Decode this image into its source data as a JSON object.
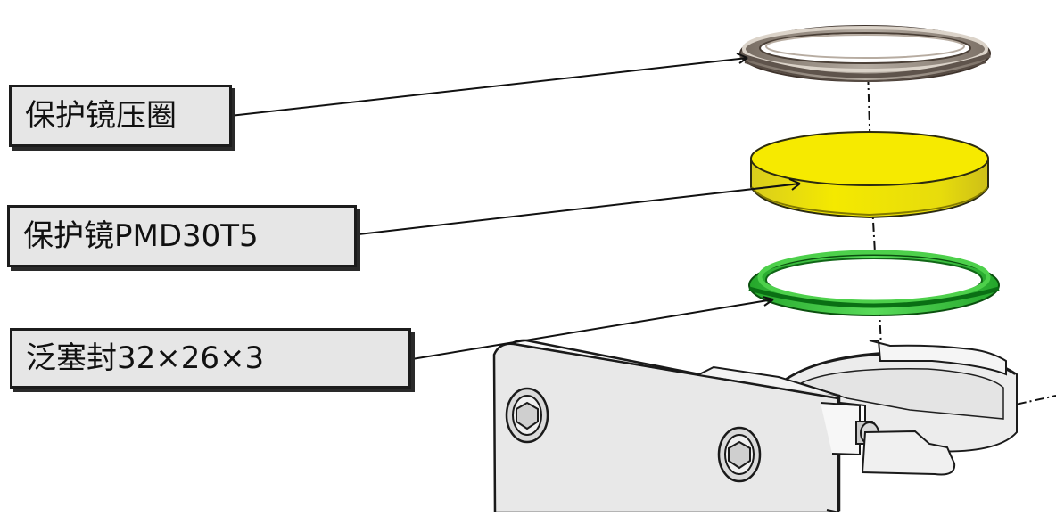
{
  "callouts": [
    {
      "text": "保护镜压圈"
    },
    {
      "text": "保护镜PMD30T5"
    },
    {
      "text": "泛塞封32×26×3"
    }
  ],
  "colors": {
    "retaining_ring": "#8f867c",
    "protective_lens": "#f1e500",
    "seal_ring": "#33c838",
    "bracket": "#dadada"
  }
}
